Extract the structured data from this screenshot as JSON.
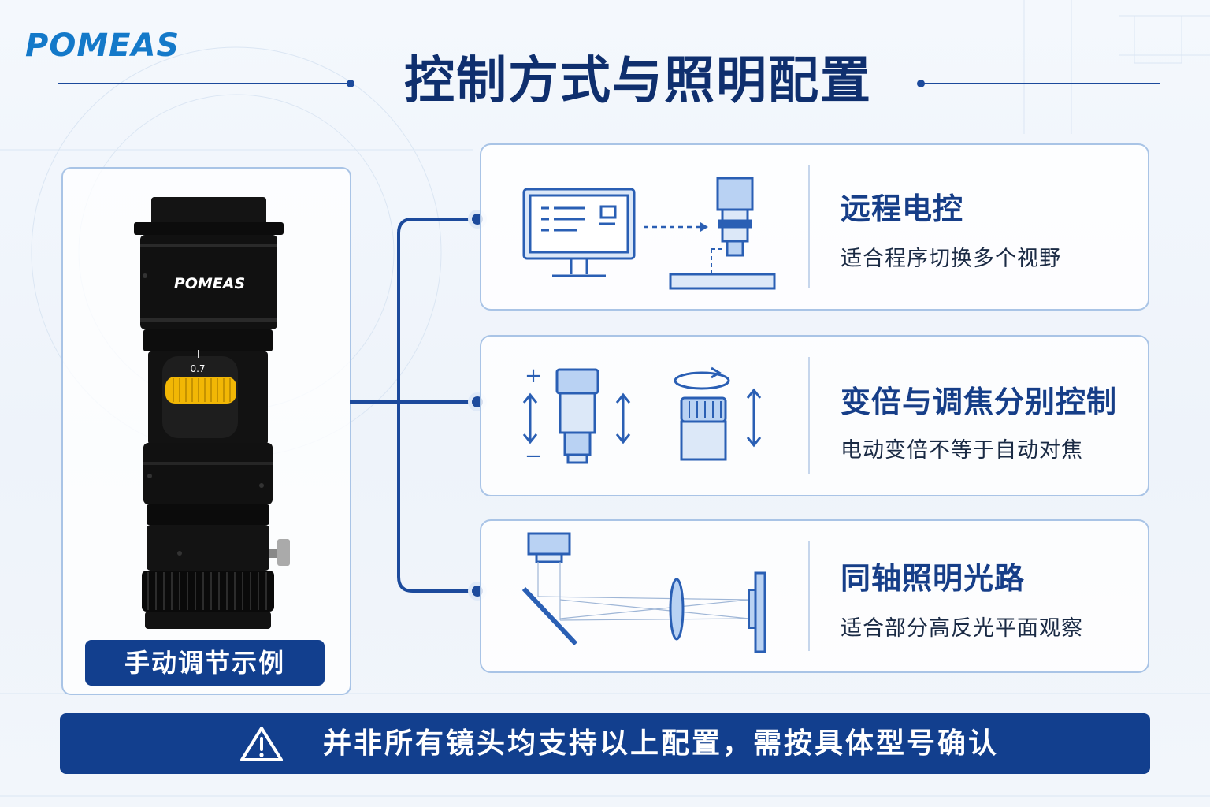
{
  "brand": {
    "logo_text": "POMEAS",
    "lens_logo_text": "POMEAS"
  },
  "header": {
    "title": "控制方式与照明配置"
  },
  "product": {
    "zoom_label": "0.7",
    "badge_label": "手动调节示例"
  },
  "features": [
    {
      "title": "远程电控",
      "desc": "适合程序切换多个视野",
      "icon": "computer-remote-control-icon"
    },
    {
      "title": "变倍与调焦分别控制",
      "desc": "电动变倍不等于自动对焦",
      "icon": "zoom-focus-control-icon"
    },
    {
      "title": "同轴照明光路",
      "desc": "适合部分高反光平面观察",
      "icon": "coaxial-light-path-icon"
    }
  ],
  "zoom_symbols": {
    "plus": "+",
    "minus": "−"
  },
  "notice": {
    "text": "并非所有镜头均支持以上配置，需按具体型号确认",
    "icon": "warning-icon"
  },
  "colors": {
    "primary_dark": "#123f8e",
    "title_text": "#0f2f6e",
    "illustration_blue": "#2a5fb4",
    "illustration_fill": "#b9d2f3",
    "lens_body": "#111111",
    "lens_ring": "#f2b705",
    "logo_blue": "#1479c9"
  }
}
